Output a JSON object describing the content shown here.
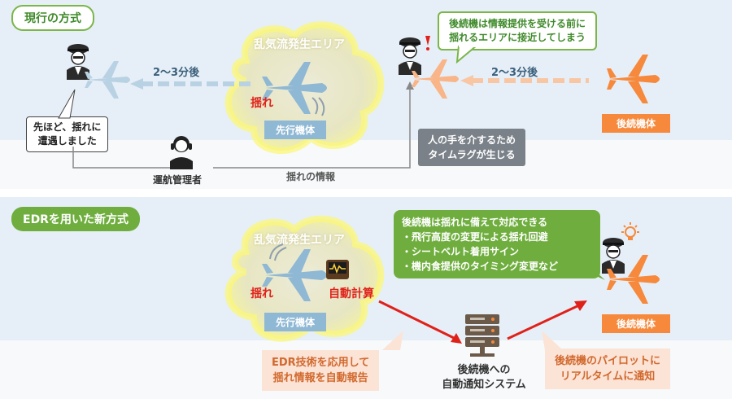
{
  "top": {
    "section_title": "現行の方式",
    "cloud_title": "乱気流発生エリア",
    "shake_label": "揺れ",
    "lead_aircraft_label": "先行機体",
    "delay_left": "2～3分後",
    "delay_right": "2～3分後",
    "following_aircraft_label": "後続機体",
    "pilot_speech": [
      "先ほど、揺れに",
      "遭遇しました"
    ],
    "dispatcher_label": "運航管理者",
    "info_label": "揺れの情報",
    "timelag_note": [
      "人の手を介するため",
      "タイムラグが生じる"
    ],
    "warning_note": [
      "後続機は情報提供を受ける前に",
      "揺れるエリアに接近してしまう"
    ]
  },
  "bottom": {
    "section_title": "EDRを用いた新方式",
    "cloud_title": "乱気流発生エリア",
    "shake_label": "揺れ",
    "auto_calc_label": "自動計算",
    "lead_aircraft_label": "先行機体",
    "following_aircraft_label": "後続機体",
    "benefit_note": {
      "heading": "後続機は揺れに備えて対応できる",
      "items": [
        "・飛行高度の変更による揺れ回避",
        "・シートベルト着用サイン",
        "・機内食提供のタイミング変更など"
      ]
    },
    "edr_note": [
      "EDR技術を応用して",
      "揺れ情報を自動報告"
    ],
    "system_label": [
      "後続機への",
      "自動通知システム"
    ],
    "realtime_note": [
      "後続機のパイロットに",
      "リアルタイムに通知"
    ]
  },
  "colors": {
    "lead_plane": "#8fb8d4",
    "following_plane": "#f6893c",
    "alert_arrow": "#e0211a",
    "accent_green": "#6fae3e"
  }
}
